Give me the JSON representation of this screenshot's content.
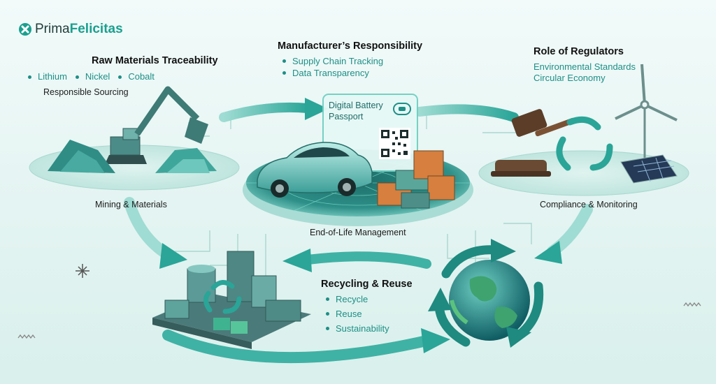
{
  "brand": {
    "name_part1": "Prima",
    "name_part2": "Felicitas",
    "icon": "gear-cross-icon"
  },
  "raw": {
    "title": "Raw Materials Traceability",
    "materials": [
      "Lithium",
      "Nickel",
      "Cobalt"
    ],
    "subtitle": "Responsible Sourcing",
    "caption": "Mining & Materials"
  },
  "manufacturer": {
    "title": "Manufacturer’s Responsibility",
    "items": [
      "Supply Chain Tracking",
      "Data Transparency"
    ]
  },
  "regulators": {
    "title": "Role of Regulators",
    "items": [
      "Environmental Standards",
      "Circular Economy"
    ],
    "caption": "Compliance & Monitoring"
  },
  "passport": {
    "line1": "Digital Battery",
    "line2": "Passport"
  },
  "center": {
    "caption": "End-of-Life Management"
  },
  "recycling": {
    "title": "Recycling & Reuse",
    "items": [
      "Recycle",
      "Reuse",
      "Sustainability"
    ]
  },
  "colors": {
    "accent": "#1d8f86",
    "accent_light": "#5fc7bb",
    "dark_teal": "#2f6f6b",
    "background": "#e6f5f3"
  }
}
